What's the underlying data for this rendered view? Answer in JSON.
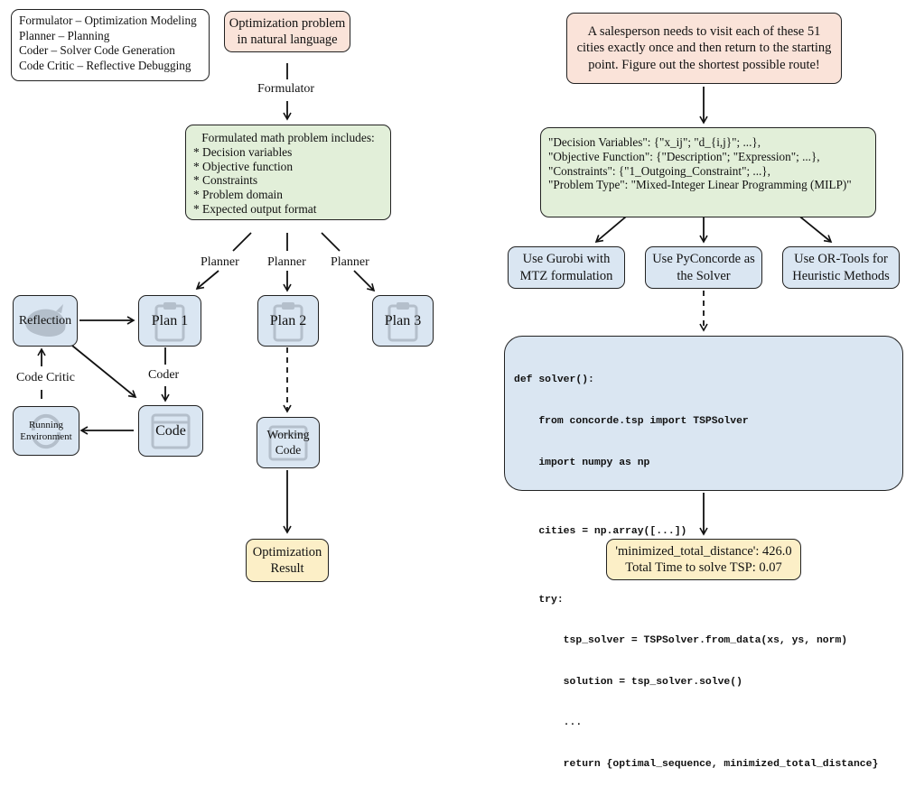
{
  "legend": [
    "Formulator  –  Optimization Modeling",
    "Planner  –  Planning",
    "Coder  –  Solver Code Generation",
    "Code Critic  –  Reflective Debugging"
  ],
  "left": {
    "problem": "Optimization problem in natural language",
    "formulator_label": "Formulator",
    "formulated_title": "Formulated math problem includes:",
    "formulated_items": [
      "* Decision variables",
      "* Objective function",
      "* Constraints",
      "* Problem domain",
      "* Expected output format"
    ],
    "planner_labels": [
      "Planner",
      "Planner",
      "Planner"
    ],
    "reflection": "Reflection",
    "plan1": "Plan 1",
    "plan2": "Plan 2",
    "plan3": "Plan 3",
    "code_critic_label": "Code Critic",
    "coder_label": "Coder",
    "code": "Code",
    "running_env": "Running Environment",
    "working_code": "Working Code",
    "result": "Optimization Result"
  },
  "right": {
    "problem": "A salesperson needs to visit each of these 51 cities exactly once and then return to the starting point. Figure out the shortest possible route!",
    "json_lines": [
      "\"Decision Variables\": {\"x_ij\"; \"d_{i,j}\"; ...},",
      "\"Objective Function\": {\"Description\"; \"Expression\"; ...},",
      "\"Constraints\": {\"1_Outgoing_Constraint\"; ...},",
      "\"Problem Type\": \"Mixed-Integer Linear Programming (MILP)\""
    ],
    "options": [
      "Use Gurobi with MTZ formulation",
      "Use PyConcorde as the Solver",
      "Use OR-Tools for Heuristic Methods"
    ],
    "code_lines": [
      "def solver():",
      "    from concorde.tsp import TSPSolver",
      "    import numpy as np",
      "",
      "    cities = np.array([...])",
      "",
      "    try:",
      "        tsp_solver = TSPSolver.from_data(xs, ys, norm)",
      "        solution = tsp_solver.solve()",
      "        ...",
      "        return {optimal_sequence, minimized_total_distance}"
    ],
    "result_line1": "'minimized_total_distance': 426.0",
    "result_line2": "Total Time to solve TSP: 0.07"
  }
}
